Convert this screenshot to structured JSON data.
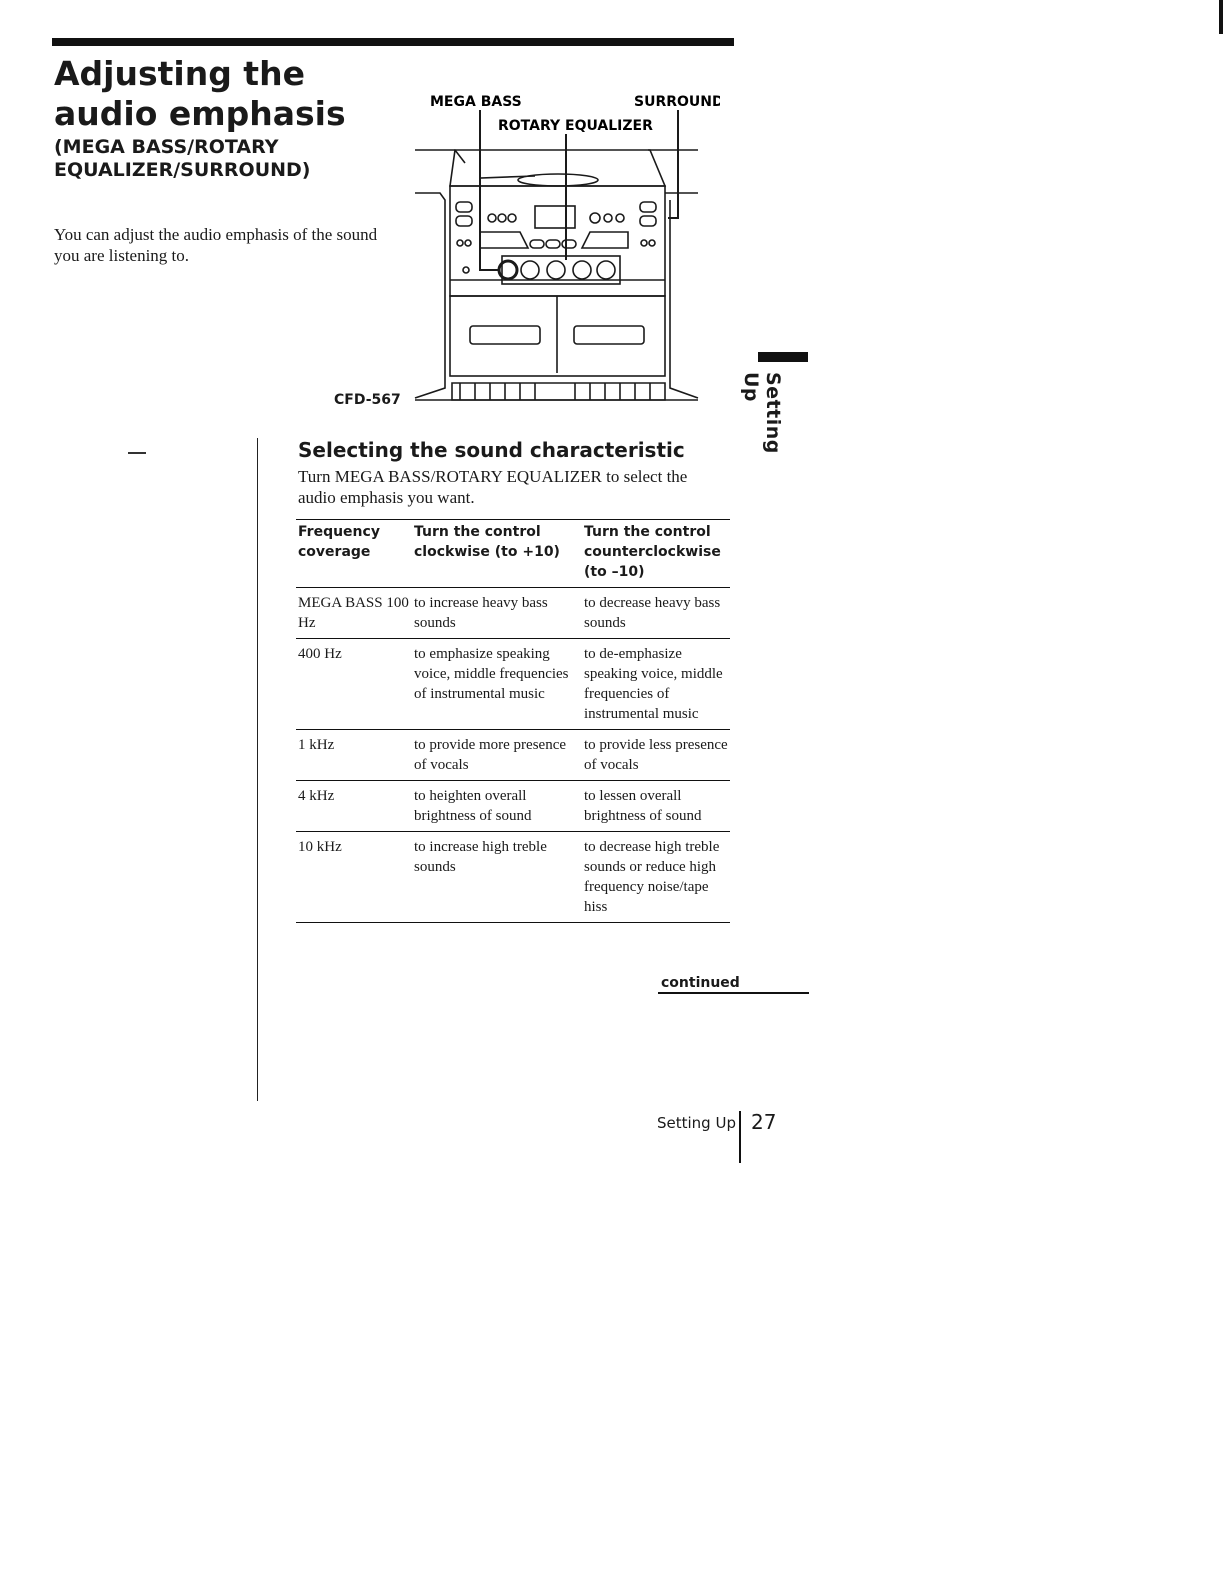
{
  "page": {
    "title_line1": "Adjusting the",
    "title_line2": "audio emphasis",
    "subtitle_line1": "(MEGA BASS/ROTARY",
    "subtitle_line2": "EQUALIZER/SURROUND)",
    "intro": "You can adjust the audio emphasis of the sound you are listening to."
  },
  "diagram": {
    "label_mega_bass": "MEGA BASS",
    "label_rotary_equalizer": "ROTARY EQUALIZER",
    "label_surround": "SURROUND",
    "model": "CFD-567"
  },
  "side_tab": {
    "label": "Setting Up"
  },
  "section": {
    "heading": "Selecting the sound characteristic",
    "text": "Turn MEGA BASS/ROTARY EQUALIZER to select the audio emphasis you want."
  },
  "table": {
    "headers": [
      "Frequency coverage",
      "Turn the control clockwise (to +10)",
      "Turn the control counterclockwise (to –10)"
    ],
    "rows": [
      [
        "MEGA BASS 100 Hz",
        "to increase heavy bass sounds",
        "to decrease heavy bass sounds"
      ],
      [
        "400 Hz",
        "to emphasize speaking voice, middle frequencies of instrumental music",
        "to de-emphasize speaking voice, middle frequencies of instrumental music"
      ],
      [
        "1 kHz",
        "to provide more presence of vocals",
        "to provide less presence of vocals"
      ],
      [
        "4 kHz",
        "to heighten overall brightness of sound",
        "to lessen overall brightness of sound"
      ],
      [
        "10 kHz",
        "to increase high treble sounds",
        "to decrease high treble sounds or reduce high frequency noise/tape hiss"
      ]
    ]
  },
  "footer": {
    "continued": "continued",
    "section_name": "Setting Up",
    "page_number": "27"
  }
}
